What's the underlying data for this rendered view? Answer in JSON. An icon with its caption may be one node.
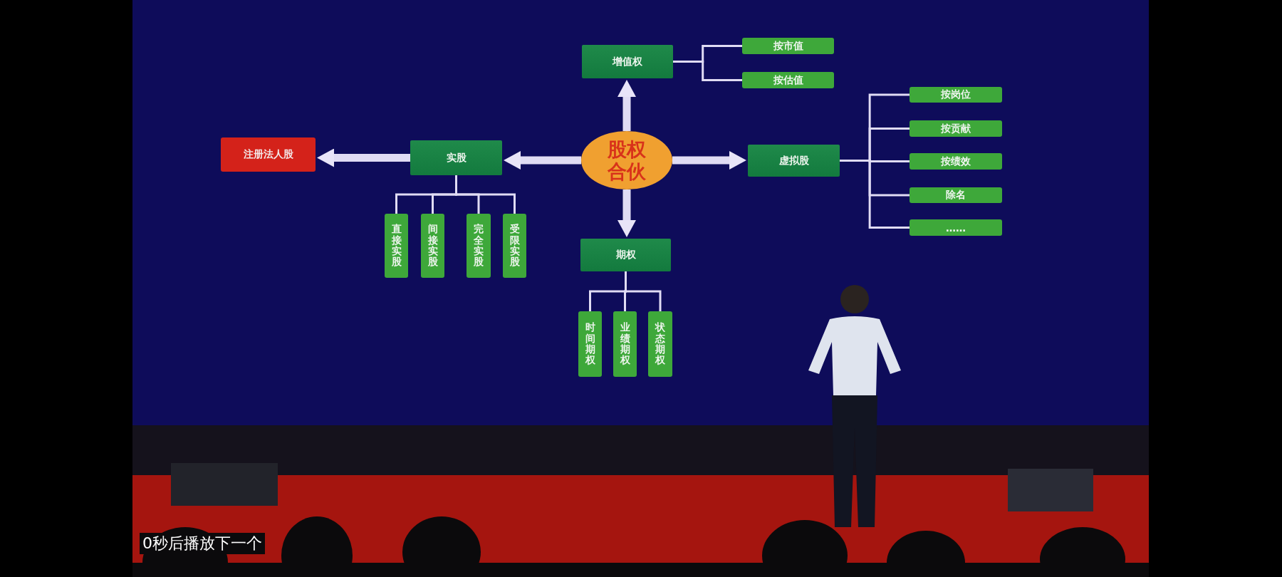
{
  "diagram": {
    "nodes": [
      {
        "text": [
          "增值权"
        ]
      },
      {
        "text": [
          "按市值"
        ]
      },
      {
        "text": [
          "按估值"
        ]
      },
      {
        "text": [
          "注册法人股"
        ]
      },
      {
        "text": [
          "实股"
        ]
      },
      {
        "text": [
          "股权合伙"
        ]
      },
      {
        "text": [
          "虚拟股"
        ]
      },
      {
        "text": [
          "按岗位"
        ]
      },
      {
        "text": [
          "按贡献"
        ]
      },
      {
        "text": [
          "按绩效"
        ]
      },
      {
        "text": [
          "除名"
        ]
      },
      {
        "text": [
          "……"
        ]
      },
      {
        "text": [
          "直接实股"
        ]
      },
      {
        "text": [
          "间接实股"
        ]
      },
      {
        "text": [
          "完全实股"
        ]
      },
      {
        "text": [
          "受限实股"
        ]
      },
      {
        "text": [
          "期权"
        ]
      },
      {
        "text": [
          "时间期权"
        ]
      },
      {
        "text": [
          "业绩期权"
        ]
      },
      {
        "text": [
          "状态期权"
        ]
      }
    ],
    "edges": [
      {
        "from": 5,
        "to": 0,
        "arrow": "to",
        "style": "thick"
      },
      {
        "from": 5,
        "to": 4,
        "arrow": "to",
        "style": "thick"
      },
      {
        "from": 5,
        "to": 6,
        "arrow": "to",
        "style": "thick"
      },
      {
        "from": 5,
        "to": 16,
        "arrow": "to",
        "style": "thick"
      },
      {
        "from": 4,
        "to": 3,
        "arrow": "to",
        "style": "thick"
      },
      {
        "from": 0,
        "to": 1,
        "arrow": "none"
      },
      {
        "from": 0,
        "to": 2,
        "arrow": "none"
      },
      {
        "from": 6,
        "to": 7,
        "arrow": "none"
      },
      {
        "from": 6,
        "to": 8,
        "arrow": "none"
      },
      {
        "from": 6,
        "to": 9,
        "arrow": "none"
      },
      {
        "from": 6,
        "to": 10,
        "arrow": "none"
      },
      {
        "from": 6,
        "to": 11,
        "arrow": "none"
      },
      {
        "from": 4,
        "to": 12,
        "arrow": "none"
      },
      {
        "from": 4,
        "to": 13,
        "arrow": "none"
      },
      {
        "from": 4,
        "to": 14,
        "arrow": "none"
      },
      {
        "from": 4,
        "to": 15,
        "arrow": "none"
      },
      {
        "from": 16,
        "to": 17,
        "arrow": "none"
      },
      {
        "from": 16,
        "to": 18,
        "arrow": "none"
      },
      {
        "from": 16,
        "to": 19,
        "arrow": "none"
      }
    ],
    "labels": [
      "0秒后播放下一个"
    ]
  }
}
